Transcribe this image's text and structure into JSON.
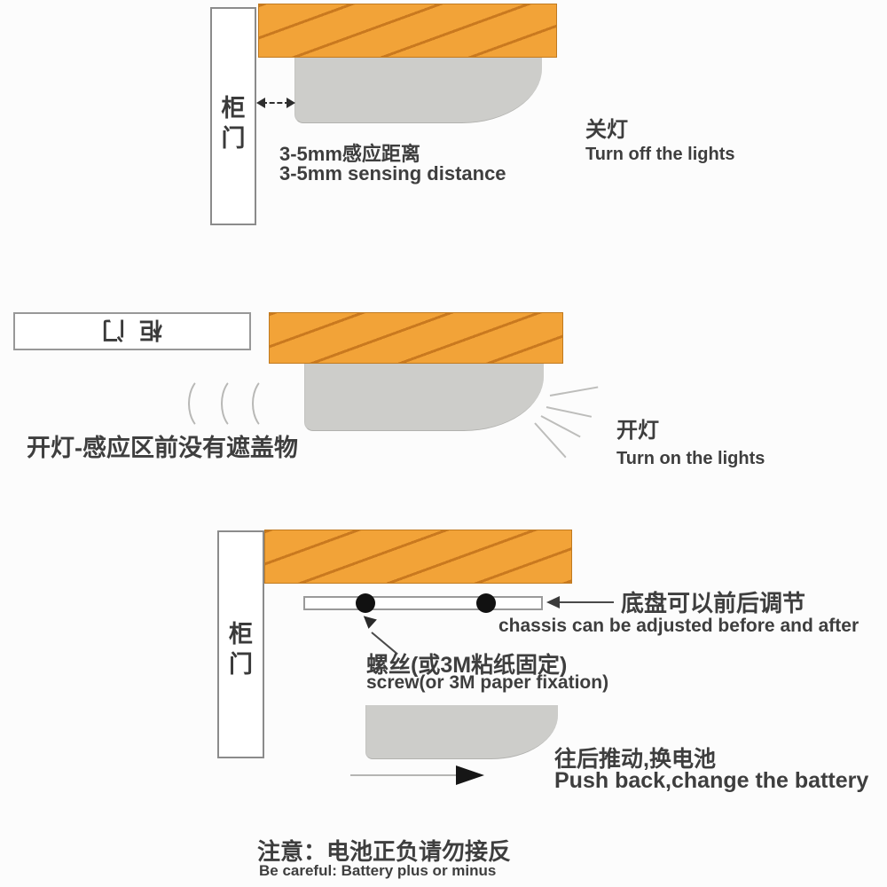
{
  "colors": {
    "shelf_orange": "#F2A338",
    "hatch_line": "#C9791F",
    "light_gray": "#CDCDCA",
    "text_dark": "#3E3E3E"
  },
  "top": {
    "door_label": "柜门",
    "gap_zh": "3-5mm感应距离",
    "gap_en": "3-5mm sensing distance",
    "state_zh": "关灯",
    "state_en": "Turn off the lights"
  },
  "middle": {
    "door_label": "柜门",
    "caption_zh": "开灯-感应区前没有遮盖物",
    "state_zh": "开灯",
    "state_en": "Turn on the lights"
  },
  "bottom": {
    "door_label": "柜门",
    "adjust_zh": "底盘可以前后调节",
    "adjust_en": "chassis can be adjusted before and after",
    "screw_zh": "螺丝(或3M粘纸固定)",
    "screw_en": "screw(or 3M paper fixation)",
    "push_zh": "往后推动,换电池",
    "push_en": "Push back,change the battery"
  },
  "footer": {
    "caution_zh": "注意：电池正负请勿接反",
    "caution_en": "Be careful: Battery plus or minus"
  }
}
